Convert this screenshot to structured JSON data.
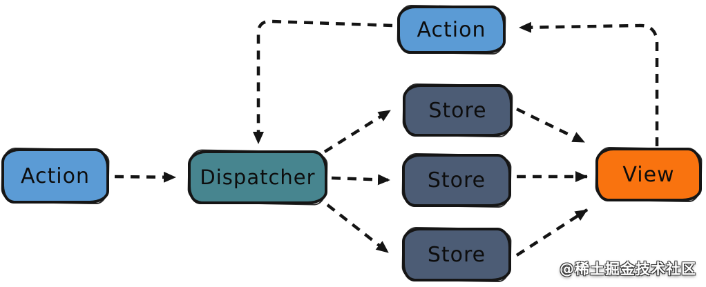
{
  "diagram": {
    "type": "flowchart",
    "description": "Flux one-way data flow diagram",
    "nodes": [
      {
        "id": "action-left",
        "label": "Action",
        "fill": "#5B9BD5"
      },
      {
        "id": "dispatcher",
        "label": "Dispatcher",
        "fill": "#47858F"
      },
      {
        "id": "action-top",
        "label": "Action",
        "fill": "#5B9BD5"
      },
      {
        "id": "store-top",
        "label": "Store",
        "fill": "#4C5C75"
      },
      {
        "id": "store-middle",
        "label": "Store",
        "fill": "#4C5C75"
      },
      {
        "id": "store-bottom",
        "label": "Store",
        "fill": "#4C5C75"
      },
      {
        "id": "view",
        "label": "View",
        "fill": "#F9730F"
      }
    ],
    "edges": [
      {
        "from": "action-left",
        "to": "dispatcher"
      },
      {
        "from": "action-top",
        "to": "dispatcher"
      },
      {
        "from": "dispatcher",
        "to": "store-top"
      },
      {
        "from": "dispatcher",
        "to": "store-middle"
      },
      {
        "from": "dispatcher",
        "to": "store-bottom"
      },
      {
        "from": "store-top",
        "to": "view"
      },
      {
        "from": "store-middle",
        "to": "view"
      },
      {
        "from": "store-bottom",
        "to": "view"
      },
      {
        "from": "view",
        "to": "action-top"
      }
    ],
    "edge_style": {
      "color": "#141414",
      "dashed": true
    }
  },
  "watermark": {
    "text": "@稀土掘金技术社区"
  }
}
